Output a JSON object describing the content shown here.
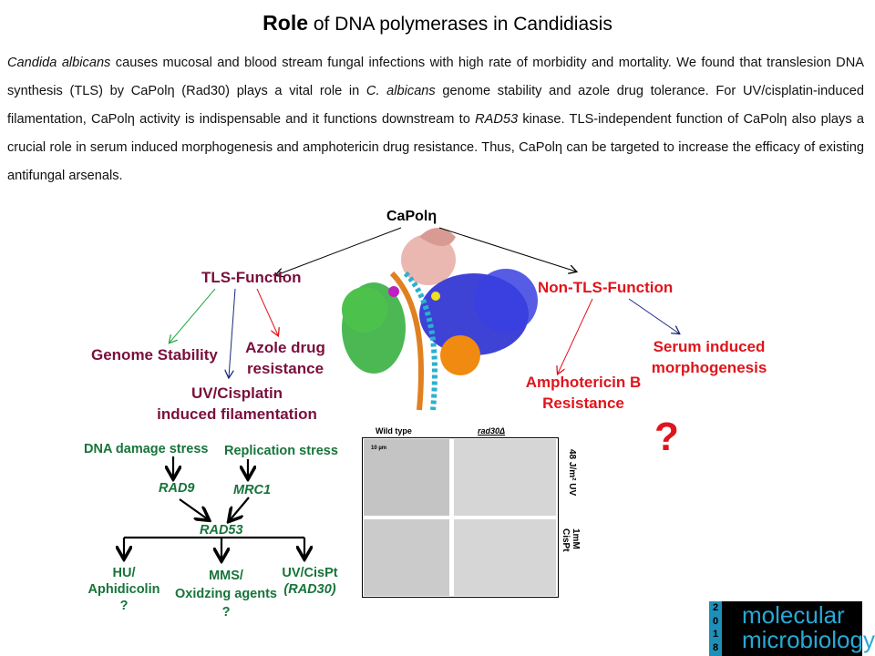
{
  "title": {
    "bold": "Role",
    "rest": " of DNA polymerases in Candidiasis"
  },
  "abstract": {
    "p1": "Candida albicans",
    "p2": " causes mucosal and blood stream fungal infections with high rate of morbidity and mortality. We found that translesion DNA synthesis (TLS) by CaPolη (Rad30) plays a vital role in ",
    "p3": "C. albicans",
    "p4": " genome stability and azole drug tolerance. For UV/cisplatin-induced filamentation, CaPolη activity is indispensable and it functions downstream to ",
    "p5": "RAD53",
    "p6": " kinase. TLS-independent function of CaPolη also plays a crucial role in serum induced morphogenesis and amphotericin drug resistance. Thus, CaPolη can be targeted to increase the efficacy of existing antifungal arsenals."
  },
  "diagram": {
    "root": "CaPolη",
    "tls": "TLS-Function",
    "non_tls": "Non-TLS-Function",
    "genome": "Genome Stability",
    "azole1": "Azole drug",
    "azole2": "resistance",
    "uv1": "UV/Cisplatin",
    "uv2": "induced filamentation",
    "ampho1": "Amphotericin B",
    "ampho2": "Resistance",
    "serum1": "Serum induced",
    "serum2": "morphogenesis",
    "question": "?"
  },
  "pathway": {
    "dna_damage": "DNA damage stress",
    "replication": "Replication stress",
    "rad9": "RAD9",
    "mrc1": "MRC1",
    "rad53": "RAD53",
    "hu1": "HU/",
    "hu2": "Aphidicolin",
    "hu3": "?",
    "mms1": "MMS/",
    "mms2": "Oxidzing agents",
    "mms3": "?",
    "uvc1": "UV/CisPt",
    "uvc2": "(RAD30)"
  },
  "micro": {
    "wt": "Wild type",
    "mut": "rad30Δ",
    "scale": "10 µm",
    "uv": "48 J/m² UV",
    "cis1": "1mM",
    "cis2": "CisPt"
  },
  "logo": {
    "year": [
      "2",
      "0",
      "1",
      "8"
    ],
    "name1": "molecular",
    "name2": "microbiology"
  },
  "colors": {
    "maroon": "#7a0f3c",
    "red": "#e0141c",
    "green": "#17743a",
    "logo_blue": "#27a9d6"
  }
}
